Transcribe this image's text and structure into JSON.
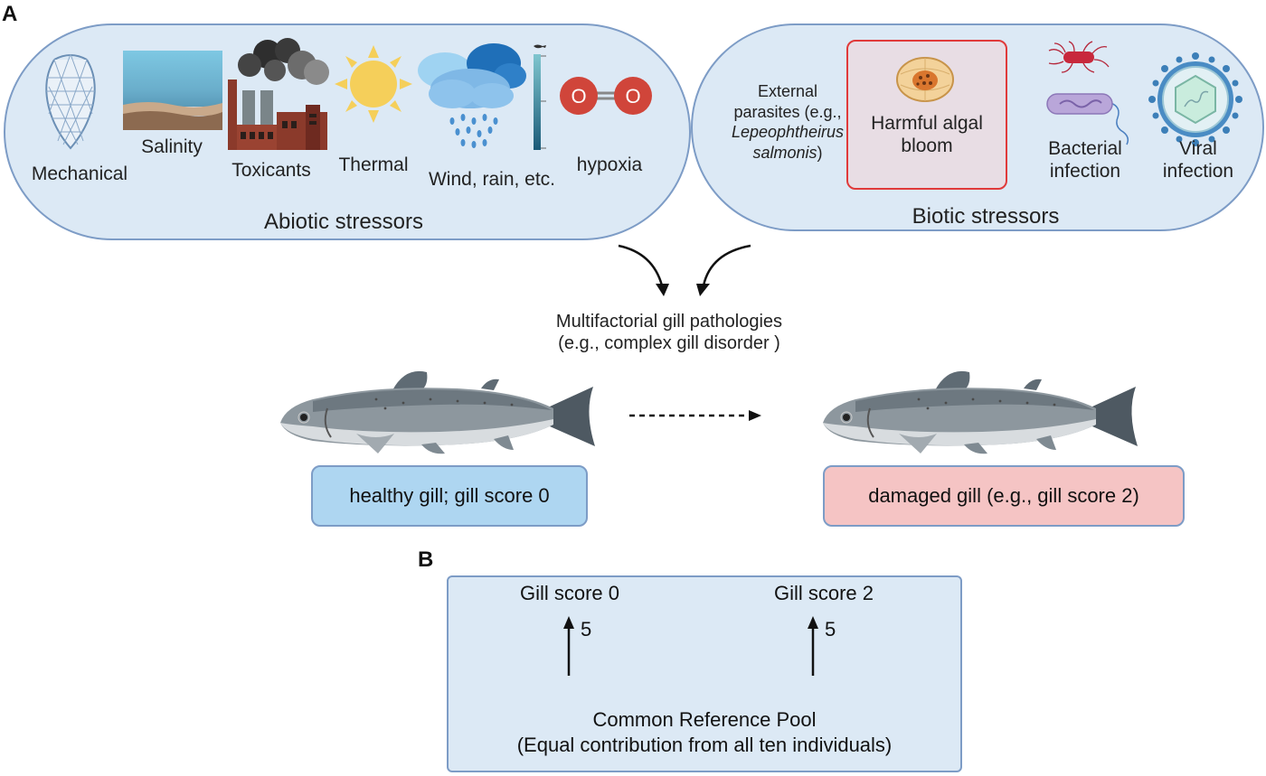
{
  "panel_a": {
    "letter": "A",
    "abiotic": {
      "title": "Abiotic stressors",
      "items": {
        "mechanical": "Mechanical",
        "salinity": "Salinity",
        "toxicants": "Toxicants",
        "thermal": "Thermal",
        "wind_rain": "Wind, rain, etc.",
        "hypoxia": "hypoxia",
        "oxygen_left": "O",
        "oxygen_right": "O"
      }
    },
    "biotic": {
      "title": "Biotic stressors",
      "items": {
        "parasites_line1": "External",
        "parasites_line2": "parasites (e.g.,",
        "parasites_species_line1": "Lepeophtheirus",
        "parasites_species_line2": "salmonis",
        "parasites_close": ")",
        "harmful_algal_bloom_line1": "Harmful algal",
        "harmful_algal_bloom_line2": "bloom",
        "bacterial_line1": "Bacterial",
        "bacterial_line2": "infection",
        "viral_line1": "Viral",
        "viral_line2": "infection"
      }
    },
    "pathology": {
      "line1": "Multifactorial gill pathologies",
      "line2": "(e.g., complex gill disorder )"
    },
    "healthy_label": "healthy gill; gill score 0",
    "damaged_label": "damaged gill (e.g., gill score 2)",
    "colors": {
      "pill_fill": "#dce9f5",
      "pill_border": "#7d9cc6",
      "healthy_fill": "#aed6f1",
      "damaged_fill": "#f5c4c4",
      "hab_border": "#e03a3a"
    }
  },
  "panel_b": {
    "letter": "B",
    "left_label": "Gill score 0",
    "right_label": "Gill score 2",
    "left_count": "5",
    "right_count": "5",
    "pool_line1": "Common Reference Pool",
    "pool_line2": "(Equal contribution from all ten individuals)"
  }
}
